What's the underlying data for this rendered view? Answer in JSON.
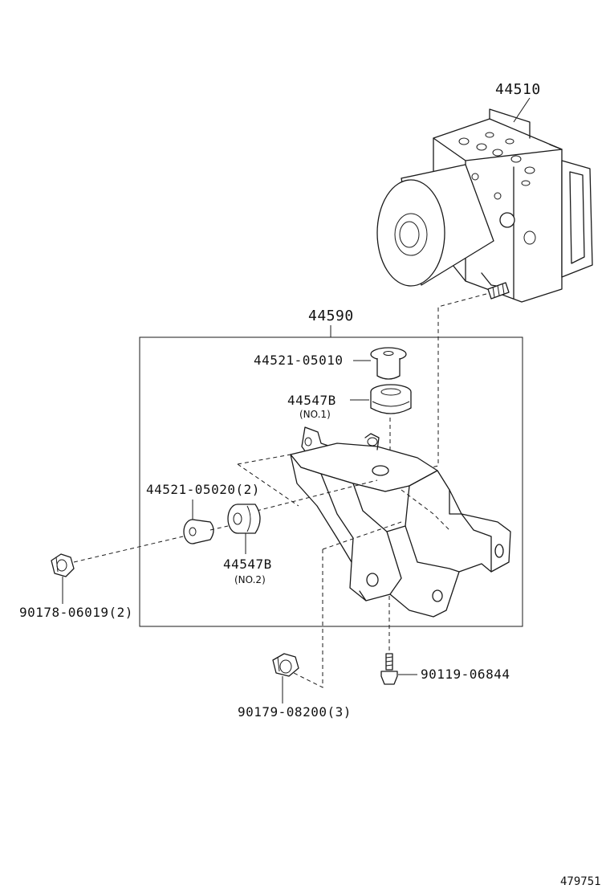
{
  "parts": {
    "actuator": "44510",
    "bracket_assembly": "44590",
    "collar_upper": "44521-05010",
    "cushion_no1": "44547B",
    "cushion_no1_note": "(NO.1)",
    "collar_lower": "44521-05020(2)",
    "cushion_no2": "44547B",
    "cushion_no2_note": "(NO.2)",
    "nut_left": "90178-06019(2)",
    "bolt_right": "90119-06844",
    "nut_bottom": "90179-08200(3)"
  },
  "diagram_id": "479751"
}
